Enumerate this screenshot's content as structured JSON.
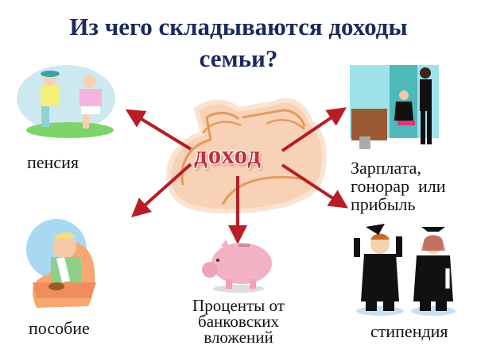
{
  "title": {
    "line1": "Из чего складываются доходы",
    "line2": "семьи?"
  },
  "center": {
    "label": "доход",
    "icon": "money-bags-icon"
  },
  "sources": [
    {
      "label": "пенсия",
      "icon": "elderly-couple-icon"
    },
    {
      "label_lines": [
        "Зарплата,",
        "гонорар  или",
        "прибыль"
      ],
      "icon": "office-workers-icon"
    },
    {
      "label": "пособие",
      "icon": "baby-highchair-icon"
    },
    {
      "label_lines": [
        "Проценты от",
        "банковских",
        "вложений"
      ],
      "icon": "piggy-bank-icon"
    },
    {
      "label": "стипендия",
      "icon": "graduates-icon"
    }
  ],
  "colors": {
    "title": "#1b2a5c",
    "arrow": "#b81c24",
    "center_word": "#c0303a",
    "bags": "#f7c9a8"
  }
}
